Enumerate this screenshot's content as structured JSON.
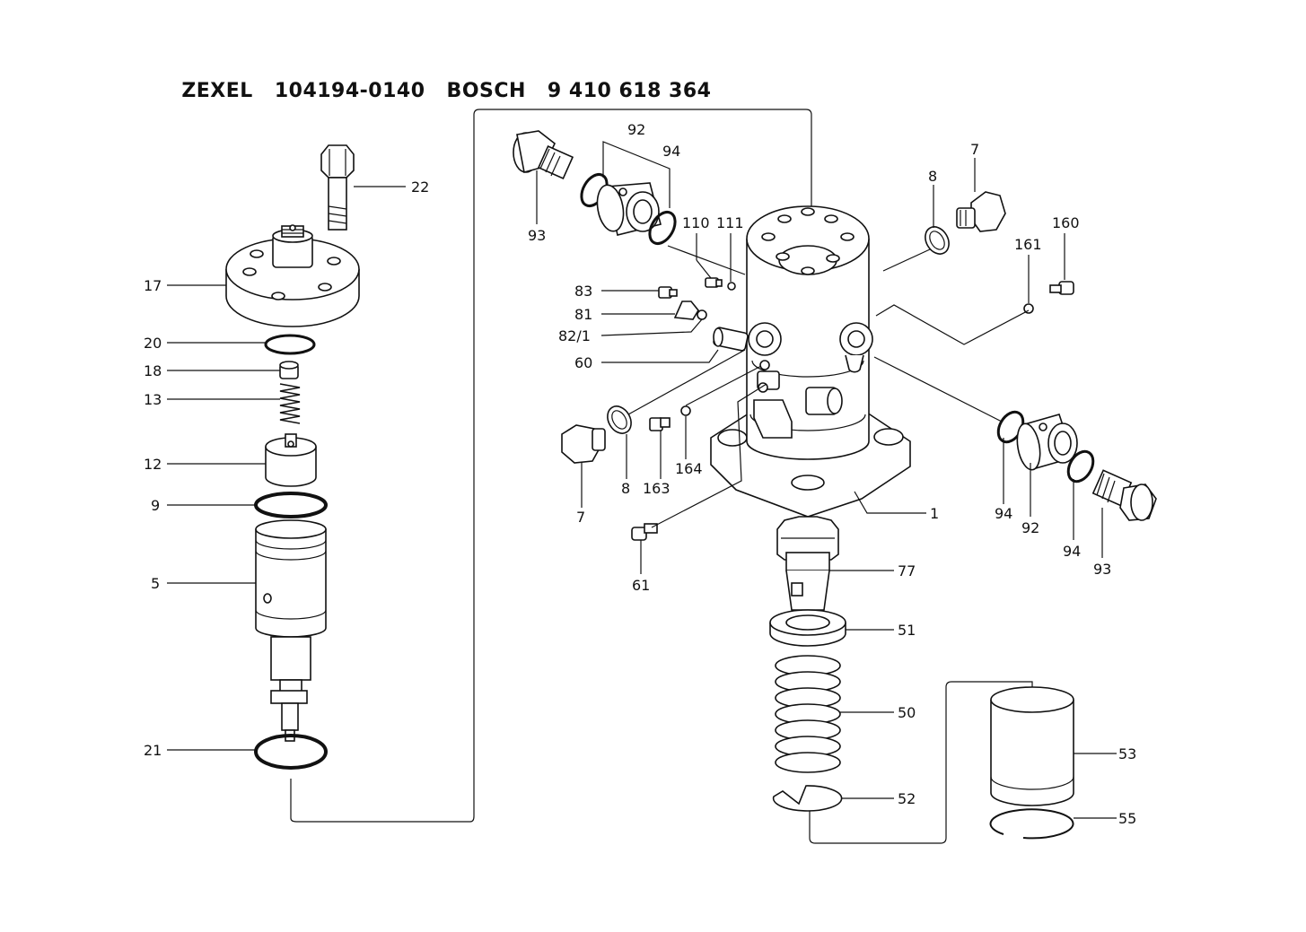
{
  "title": {
    "brand1": "ZEXEL",
    "part_no": "104194-0140",
    "brand2": "BOSCH",
    "bosch_no": "9 410 618 364"
  },
  "labels": {
    "p22": "22",
    "p17": "17",
    "p20": "20",
    "p18": "18",
    "p13": "13",
    "p12": "12",
    "p9": "9",
    "p5": "5",
    "p21": "21",
    "p92a": "92",
    "p94a": "94",
    "p93a": "93",
    "p110": "110",
    "p111": "111",
    "p8a": "8",
    "p7a": "7",
    "p160": "160",
    "p161": "161",
    "p83": "83",
    "p81": "81",
    "p82": "82/1",
    "p60": "60",
    "p7b": "7",
    "p8b": "8",
    "p163": "163",
    "p164": "164",
    "p61": "61",
    "p1": "1",
    "p77": "77",
    "p51": "51",
    "p50": "50",
    "p52": "52",
    "p53": "53",
    "p55": "55",
    "p94b": "94",
    "p92b": "92",
    "p94c": "94",
    "p93b": "93"
  }
}
